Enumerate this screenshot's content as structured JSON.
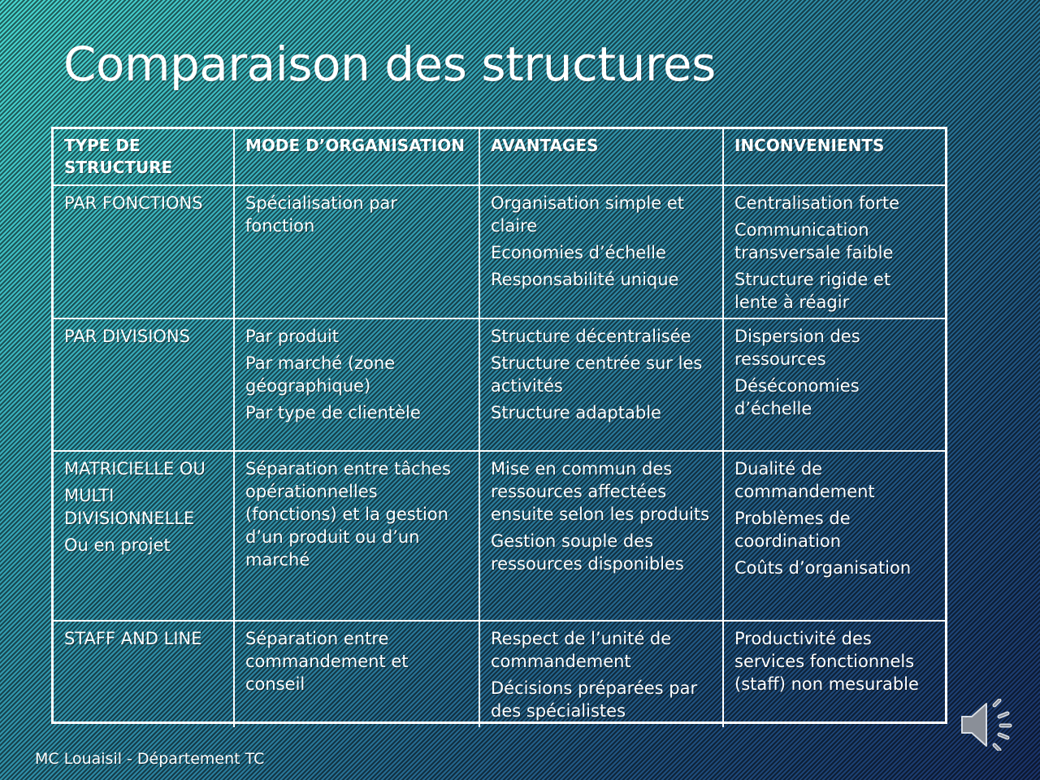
{
  "slide": {
    "title": "Comparaison des structures",
    "footer": "MC Louaisil - Département TC"
  },
  "table": {
    "headers": [
      "TYPE DE STRUCTURE",
      "MODE D’ORGANISATION",
      "AVANTAGES",
      "INCONVENIENTS"
    ],
    "rows": [
      {
        "type": [
          "PAR FONCTIONS"
        ],
        "mode": [
          "Spécialisation par fonction"
        ],
        "avantages": [
          "Organisation simple et claire",
          "Economies d’échelle",
          "Responsabilité unique"
        ],
        "inconvenients": [
          "Centralisation forte",
          "Communication transversale faible",
          "Structure rigide et lente à réagir"
        ]
      },
      {
        "type": [
          "PAR DIVISIONS"
        ],
        "mode": [
          "Par produit",
          "Par marché (zone géographique)",
          "Par type de clientèle"
        ],
        "avantages": [
          "Structure décentralisée",
          "Structure centrée sur les activités",
          "Structure adaptable"
        ],
        "inconvenients": [
          "Dispersion des ressources",
          "Déséconomies d’échelle"
        ]
      },
      {
        "type": [
          "MATRICIELLE OU",
          "MULTI DIVISIONNELLE",
          "Ou en projet"
        ],
        "mode": [
          "Séparation entre tâches opérationnelles (fonctions) et la gestion d’un produit ou d’un marché"
        ],
        "avantages": [
          "Mise en commun des ressources affectées ensuite selon les produits",
          "Gestion souple des ressources disponibles"
        ],
        "inconvenients": [
          "Dualité de commandement",
          "Problèmes de coordination",
          "Coûts d’organisation"
        ]
      },
      {
        "type": [
          "STAFF AND LINE"
        ],
        "mode": [
          "Séparation entre commandement et conseil"
        ],
        "avantages": [
          "Respect de l’unité de commandement",
          "Décisions préparées par des spécialistes"
        ],
        "inconvenients": [
          "Productivité des services fonctionnels (staff) non mesurable"
        ]
      }
    ]
  },
  "audio": {
    "icon": "speaker-icon"
  },
  "colors": {
    "bg_top_left": "#48d8d0",
    "bg_bottom_right": "#1a3268",
    "text": "#ffffff",
    "border": "#ffffff"
  }
}
